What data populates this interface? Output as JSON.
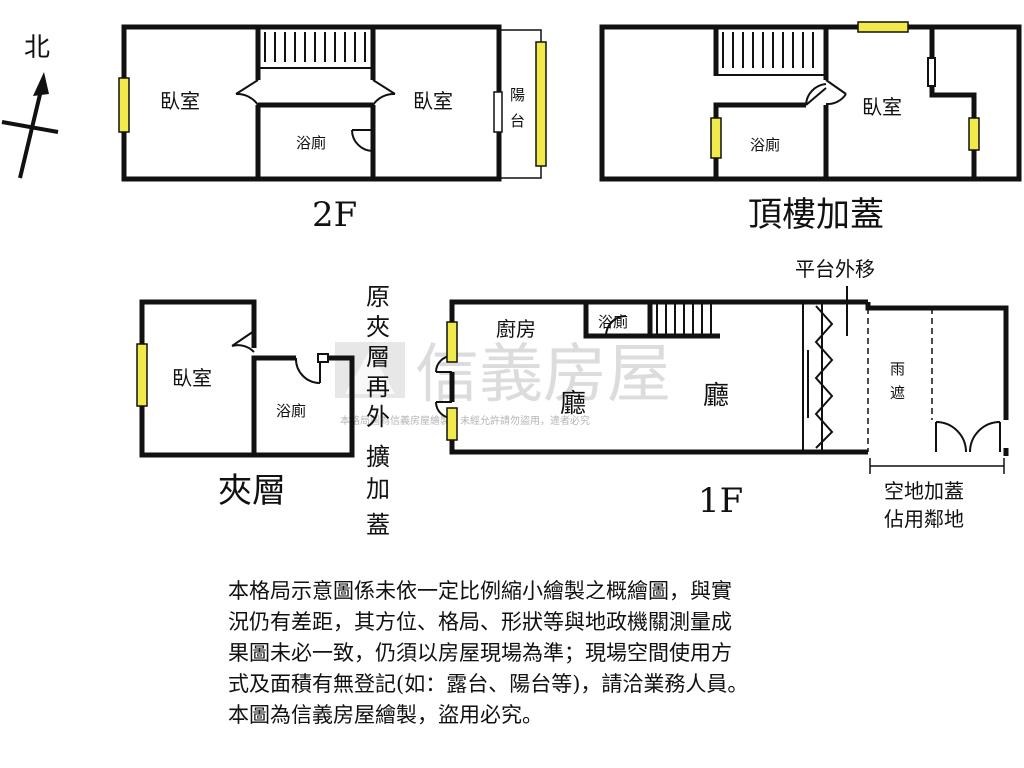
{
  "compass": {
    "label": "北"
  },
  "plan_2f": {
    "floor_label": "2F",
    "room_left": "臥室",
    "room_right": "臥室",
    "bath": "浴廁",
    "balcony": [
      "陽",
      "台"
    ]
  },
  "plan_roof": {
    "floor_label": "頂樓加蓋",
    "bedroom": "臥室",
    "bath": "浴廁"
  },
  "plan_mezz": {
    "floor_label": "夾層",
    "bedroom": "臥室",
    "bath": "浴廁",
    "side_note": [
      "原",
      "夾",
      "層",
      "再",
      "外",
      "擴",
      "加",
      "蓋"
    ]
  },
  "plan_1f": {
    "floor_label": "1F",
    "kitchen": "廚房",
    "bath": "浴廁",
    "hall_left": "廳",
    "hall_right": "廳",
    "canopy": [
      "雨",
      "遮"
    ],
    "platform_note": "平台外移",
    "vacant_note": [
      "空地加蓋",
      "佔用鄰地"
    ]
  },
  "watermark": {
    "brand": "信義房屋",
    "notice": "本格局圖為信義房屋繪製，未經允許請勿盜用，違者必究"
  },
  "disclaimer": [
    "本格局示意圖係未依一定比例縮小繪製之概繪圖，與實",
    "況仍有差距，其方位、格局、形狀等與地政機關測量成",
    "果圖未必一致，仍須以房屋現場為準；現場空間使用方",
    "式及面積有無登記(如：露台、陽台等)，請洽業務人員。",
    "本圖為信義房屋繪製，盜用必究。"
  ],
  "colors": {
    "wall": "#111111",
    "window": "#f2ea4a",
    "watermark": "#bfbfbf"
  }
}
